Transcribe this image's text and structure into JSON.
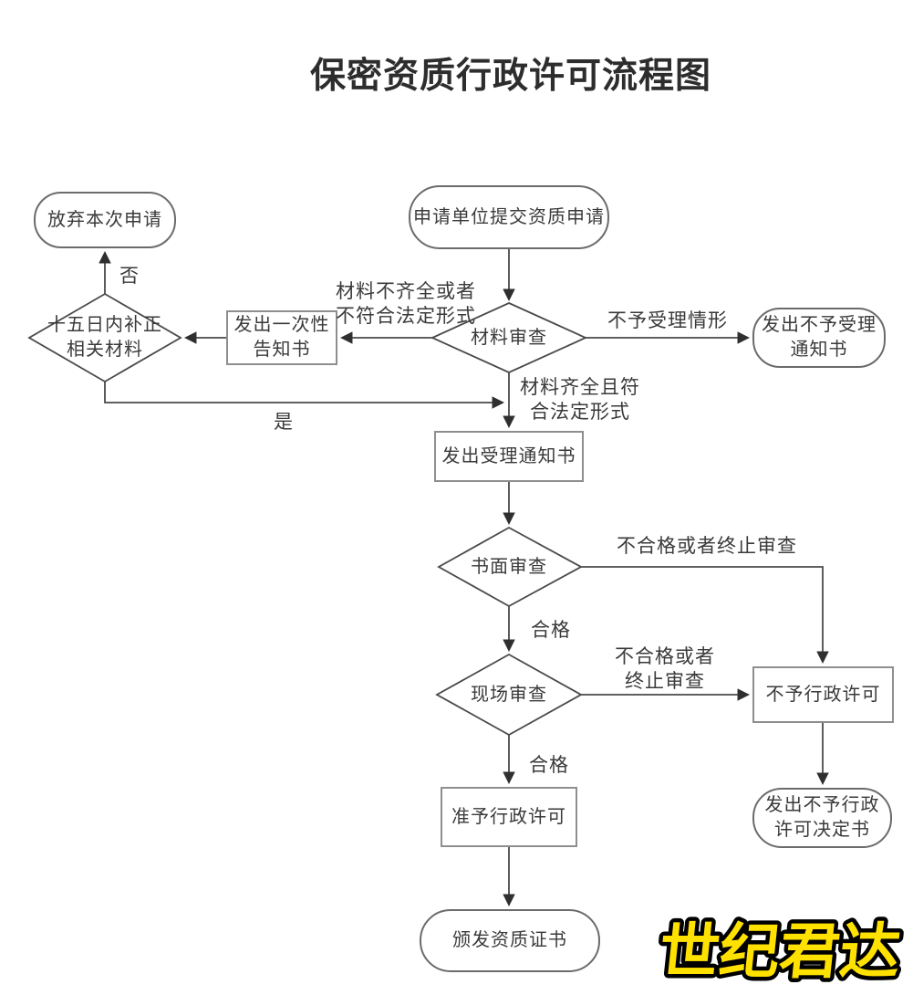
{
  "title": "保密资质行政许可流程图",
  "logo": {
    "text": "世纪君达",
    "fill": "#ffe100",
    "outline": "#000000"
  },
  "colors": {
    "line": "#4a4a4a",
    "arrow": "#2f2f2f",
    "text": "#3a3a3a",
    "rect_border": "#8e8e8e",
    "rounded_border": "#6b6b6b"
  },
  "nodes": {
    "submit": {
      "shape": "rounded",
      "label": "申请单位提交资质申请"
    },
    "abandon": {
      "shape": "rounded",
      "label": "放弃本次申请"
    },
    "supplement": {
      "shape": "diamond",
      "line1": "十五日内补正",
      "line2": "相关材料"
    },
    "notice_once": {
      "shape": "rect",
      "line1": "发出一次性",
      "line2": "告知书"
    },
    "material_review": {
      "shape": "diamond",
      "label": "材料审查"
    },
    "reject_accept": {
      "shape": "rounded",
      "line1": "发出不予受理",
      "line2": "通知书"
    },
    "accept_notice": {
      "shape": "rect",
      "label": "发出受理通知书"
    },
    "written_review": {
      "shape": "diamond",
      "label": "书面审查"
    },
    "site_review": {
      "shape": "diamond",
      "label": "现场审查"
    },
    "deny": {
      "shape": "rect",
      "label": "不予行政许可"
    },
    "grant": {
      "shape": "rect",
      "label": "准予行政许可"
    },
    "issue_cert": {
      "shape": "rounded",
      "label": "颁发资质证书"
    },
    "deny_notice": {
      "shape": "rounded",
      "line1": "发出不予行政",
      "line2": "许可决定书"
    }
  },
  "edge_labels": {
    "material_incomplete_line1": "材料不齐全或者",
    "material_incomplete_line2": "不符合法定形式",
    "not_accept": "不予受理情形",
    "material_complete_line1": "材料齐全且符",
    "material_complete_line2": "合法定形式",
    "yes": "是",
    "no": "否",
    "written_fail": "不合格或者终止审查",
    "written_pass": "合格",
    "site_fail_line1": "不合格或者",
    "site_fail_line2": "终止审查",
    "site_pass": "合格"
  }
}
